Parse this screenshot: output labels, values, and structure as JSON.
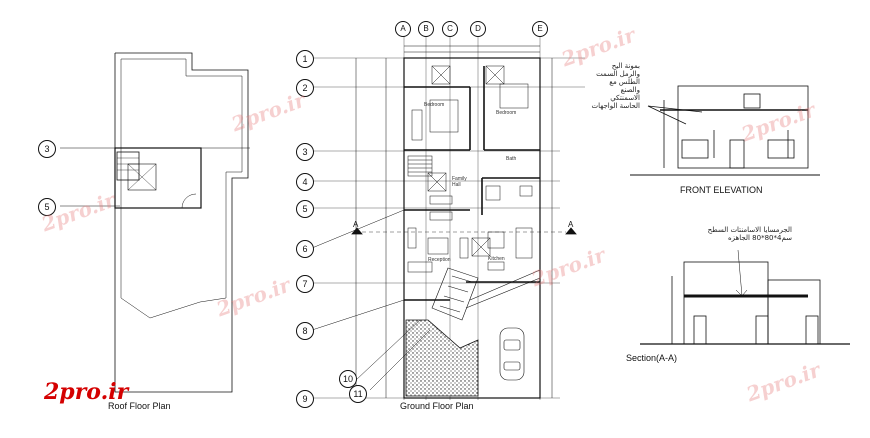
{
  "drawings": {
    "roof_title": "Roof Floor Plan",
    "ground_title": "Ground Floor Plan",
    "front_title": "FRONT ELEVATION",
    "section_title": "Section(A-A)"
  },
  "column_grid": [
    "A",
    "B",
    "C",
    "D",
    "E"
  ],
  "row_grid": [
    "1",
    "2",
    "3",
    "4",
    "5",
    "6",
    "7",
    "8",
    "9",
    "10",
    "11"
  ],
  "roof_markers": [
    "3",
    "5"
  ],
  "section_marks": [
    "A",
    "A"
  ],
  "rooms": {
    "bedroom_1": "Bedroom",
    "bedroom_2": "Bedroom",
    "family_hall": "Family Hall",
    "reception": "Reception",
    "kitchen": "Kitchen",
    "bath": "Bath"
  },
  "notes": {
    "elevation_note": [
      "بمونة اليح",
      "والرمل السمت",
      "الطلس مع",
      "والصنع",
      "الاسمنتكي",
      "الحاسة الواجهات"
    ],
    "section_note": [
      "الجرمسايا الاسامنتات السطح",
      "سم4*80*80 الجاهزه"
    ]
  },
  "watermark": "2pro.ir",
  "logo": "2pro.ir",
  "colors": {
    "line": "#111111",
    "hatch": "#222222",
    "watermark": "#e67878",
    "logo": "#d40000"
  }
}
